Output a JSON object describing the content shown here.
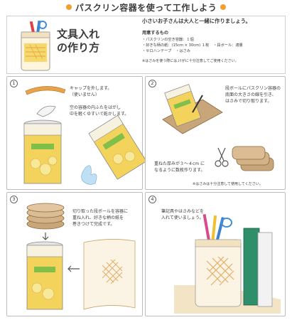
{
  "header": {
    "title": "パスクリン容器を使って工作しよう"
  },
  "title": {
    "line1": "文具入れ",
    "line2": "の作り方"
  },
  "notice": {
    "kids": "小さいお子さんは大人と一緒に作りましょう。"
  },
  "requirements": {
    "heading": "用意するもの",
    "row1": "・パスクリンの空き容器：１個",
    "row2a": "・好きな柄の紙：(15cm × 30cm) １枚",
    "row2b": "・段ボール：適量",
    "row3a": "・セロハンテープ",
    "row3b": "・はさみ",
    "warning": "※はさみを使う際には,けがに十分注意してご使用ください。"
  },
  "steps": [
    {
      "number": "1",
      "lines": [
        "キャップを外します。",
        "（使いません）",
        "",
        "空の容器の内ふたをはがし",
        "中を軽くゆすいで乾かします。"
      ]
    },
    {
      "number": "2",
      "lines": [
        "段ボールにパスクリン容器の",
        "底面の大きさの線を引き、",
        "はさみで切り取ります。"
      ],
      "lines2": [
        "重ねた厚みが３～４cm に",
        "なるように数枚作ります。"
      ],
      "note": "※はさみは十分注意して使用してください。"
    },
    {
      "number": "3",
      "lines": [
        "切り取った段ボールを容器に",
        "重ね入れ、好きな柄の紙を",
        "巻きつけて完成です。"
      ]
    },
    {
      "number": "4",
      "lines": [
        "筆記具やはさみなどを",
        "入れて使いましょう。"
      ]
    }
  ],
  "colors": {
    "accent": "#f0a030",
    "can_yellow": "#f3d35c",
    "can_green": "#7fbf4a",
    "cardboard": "#c9a57a",
    "border": "#bdbdbd"
  }
}
